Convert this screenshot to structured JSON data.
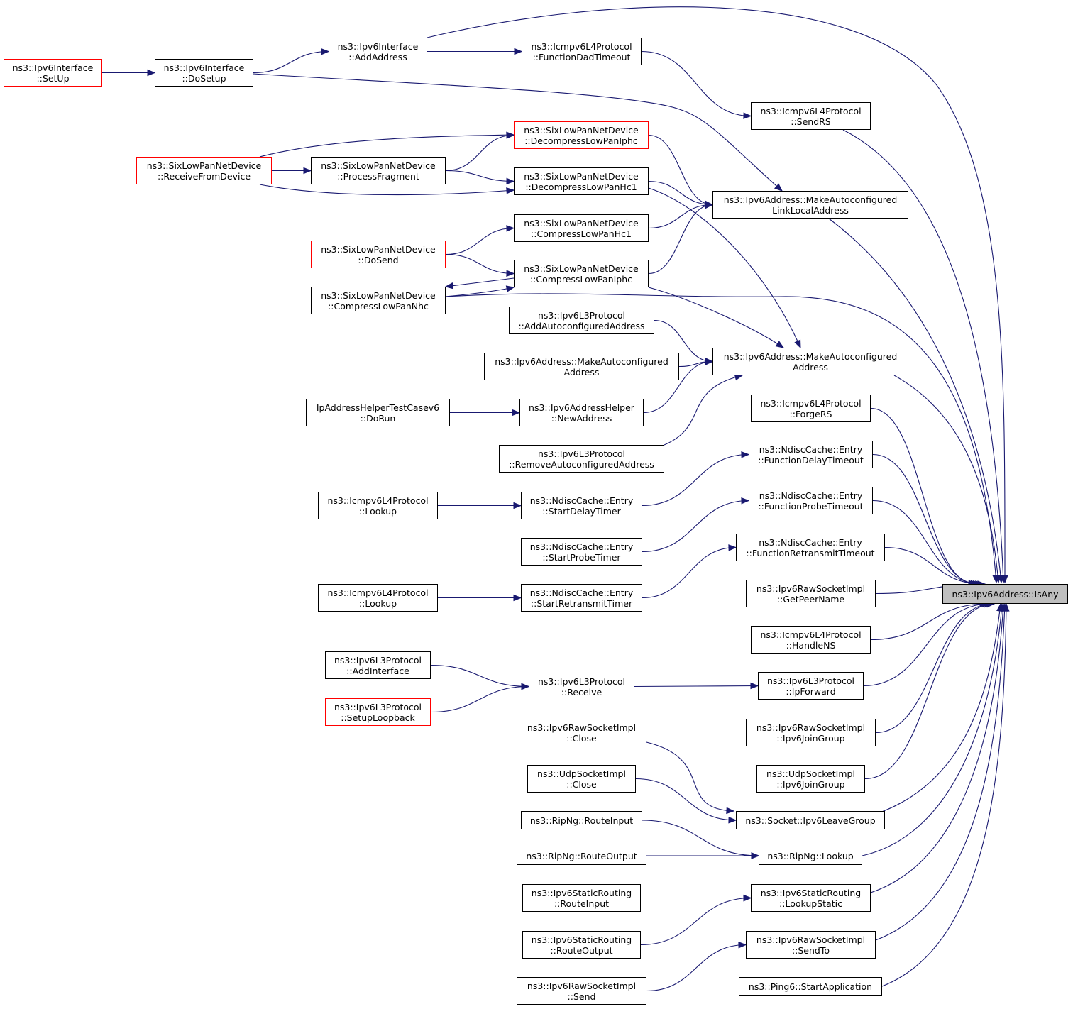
{
  "colors": {
    "edge": "#191970",
    "truncated_border": "#ff0000",
    "focus_fill": "#bfbfbf"
  },
  "nodes": {
    "isany": {
      "lines": [
        "ns3::Ipv6Address::IsAny"
      ],
      "focus": true
    },
    "ipv6if_setup": {
      "lines": [
        "ns3::Ipv6Interface",
        "::SetUp"
      ],
      "truncated": true
    },
    "ipv6if_dosetup": {
      "lines": [
        "ns3::Ipv6Interface",
        "::DoSetup"
      ]
    },
    "ipv6if_addaddr": {
      "lines": [
        "ns3::Ipv6Interface",
        "::AddAddress"
      ]
    },
    "icmp_dad": {
      "lines": [
        "ns3::Icmpv6L4Protocol",
        "::FunctionDadTimeout"
      ]
    },
    "icmp_sendrs": {
      "lines": [
        "ns3::Icmpv6L4Protocol",
        "::SendRS"
      ]
    },
    "sixlow_recv": {
      "lines": [
        "ns3::SixLowPanNetDevice",
        "::ReceiveFromDevice"
      ],
      "truncated": true
    },
    "sixlow_procfrag": {
      "lines": [
        "ns3::SixLowPanNetDevice",
        "::ProcessFragment"
      ]
    },
    "sixlow_deciphc": {
      "lines": [
        "ns3::SixLowPanNetDevice",
        "::DecompressLowPanIphc"
      ],
      "truncated": true
    },
    "sixlow_dechc1": {
      "lines": [
        "ns3::SixLowPanNetDevice",
        "::DecompressLowPanHc1"
      ]
    },
    "mk_linklocal": {
      "lines": [
        "ns3::Ipv6Address::MakeAutoconfigured",
        "LinkLocalAddress"
      ]
    },
    "sixlow_comphc1": {
      "lines": [
        "ns3::SixLowPanNetDevice",
        "::CompressLowPanHc1"
      ]
    },
    "sixlow_dosend": {
      "lines": [
        "ns3::SixLowPanNetDevice",
        "::DoSend"
      ],
      "truncated": true
    },
    "sixlow_compiphc": {
      "lines": [
        "ns3::SixLowPanNetDevice",
        "::CompressLowPanIphc"
      ]
    },
    "sixlow_compnhc": {
      "lines": [
        "ns3::SixLowPanNetDevice",
        "::CompressLowPanNhc"
      ]
    },
    "l3_addauto": {
      "lines": [
        "ns3::Ipv6L3Protocol",
        "::AddAutoconfiguredAddress"
      ]
    },
    "mk_address": {
      "lines": [
        "ns3::Ipv6Address::MakeAutoconfigured",
        "Address"
      ]
    },
    "mk_address_ovl": {
      "lines": [
        "ns3::Ipv6Address::MakeAutoconfigured",
        "Address"
      ]
    },
    "iphelper_test": {
      "lines": [
        "IpAddressHelperTestCasev6",
        "::DoRun"
      ]
    },
    "iphelper_new": {
      "lines": [
        "ns3::Ipv6AddressHelper",
        "::NewAddress"
      ]
    },
    "l3_removeauto": {
      "lines": [
        "ns3::Ipv6L3Protocol",
        "::RemoveAutoconfiguredAddress"
      ]
    },
    "icmp_forgers": {
      "lines": [
        "ns3::Icmpv6L4Protocol",
        "::ForgeRS"
      ]
    },
    "nd_delayto": {
      "lines": [
        "ns3::NdiscCache::Entry",
        "::FunctionDelayTimeout"
      ]
    },
    "icmp_lookup1": {
      "lines": [
        "ns3::Icmpv6L4Protocol",
        "::Lookup"
      ]
    },
    "nd_startdelay": {
      "lines": [
        "ns3::NdiscCache::Entry",
        "::StartDelayTimer"
      ]
    },
    "nd_probeto": {
      "lines": [
        "ns3::NdiscCache::Entry",
        "::FunctionProbeTimeout"
      ]
    },
    "nd_startprobe": {
      "lines": [
        "ns3::NdiscCache::Entry",
        "::StartProbeTimer"
      ]
    },
    "nd_retransto": {
      "lines": [
        "ns3::NdiscCache::Entry",
        "::FunctionRetransmitTimeout"
      ]
    },
    "icmp_lookup2": {
      "lines": [
        "ns3::Icmpv6L4Protocol",
        "::Lookup"
      ]
    },
    "nd_startretrans": {
      "lines": [
        "ns3::NdiscCache::Entry",
        "::StartRetransmitTimer"
      ]
    },
    "raw_getpeer": {
      "lines": [
        "ns3::Ipv6RawSocketImpl",
        "::GetPeerName"
      ]
    },
    "icmp_handlens": {
      "lines": [
        "ns3::Icmpv6L4Protocol",
        "::HandleNS"
      ]
    },
    "l3_addif": {
      "lines": [
        "ns3::Ipv6L3Protocol",
        "::AddInterface"
      ]
    },
    "l3_receive": {
      "lines": [
        "ns3::Ipv6L3Protocol",
        "::Receive"
      ]
    },
    "l3_ipforward": {
      "lines": [
        "ns3::Ipv6L3Protocol",
        "::IpForward"
      ]
    },
    "l3_setuploop": {
      "lines": [
        "ns3::Ipv6L3Protocol",
        "::SetupLoopback"
      ],
      "truncated": true
    },
    "raw_close": {
      "lines": [
        "ns3::Ipv6RawSocketImpl",
        "::Close"
      ]
    },
    "raw_join": {
      "lines": [
        "ns3::Ipv6RawSocketImpl",
        "::Ipv6JoinGroup"
      ]
    },
    "udp_close": {
      "lines": [
        "ns3::UdpSocketImpl",
        "::Close"
      ]
    },
    "udp_join": {
      "lines": [
        "ns3::UdpSocketImpl",
        "::Ipv6JoinGroup"
      ]
    },
    "sock_leave": {
      "lines": [
        "ns3::Socket::Ipv6LeaveGroup"
      ]
    },
    "rip_routein": {
      "lines": [
        "ns3::RipNg::RouteInput"
      ]
    },
    "rip_routeout": {
      "lines": [
        "ns3::RipNg::RouteOutput"
      ]
    },
    "rip_lookup": {
      "lines": [
        "ns3::RipNg::Lookup"
      ]
    },
    "static_routein": {
      "lines": [
        "ns3::Ipv6StaticRouting",
        "::RouteInput"
      ]
    },
    "static_lookup": {
      "lines": [
        "ns3::Ipv6StaticRouting",
        "::LookupStatic"
      ]
    },
    "static_routeout": {
      "lines": [
        "ns3::Ipv6StaticRouting",
        "::RouteOutput"
      ]
    },
    "raw_sendto": {
      "lines": [
        "ns3::Ipv6RawSocketImpl",
        "::SendTo"
      ]
    },
    "raw_send": {
      "lines": [
        "ns3::Ipv6RawSocketImpl",
        "::Send"
      ]
    },
    "ping6_start": {
      "lines": [
        "ns3::Ping6::StartApplication"
      ]
    }
  },
  "edges": [
    [
      "ipv6if_setup",
      "ipv6if_dosetup"
    ],
    [
      "ipv6if_dosetup",
      "ipv6if_addaddr"
    ],
    [
      "ipv6if_dosetup",
      "mk_linklocal"
    ],
    [
      "ipv6if_addaddr",
      "icmp_dad"
    ],
    [
      "ipv6if_addaddr",
      "isany"
    ],
    [
      "icmp_dad",
      "icmp_sendrs"
    ],
    [
      "icmp_sendrs",
      "isany"
    ],
    [
      "sixlow_recv",
      "sixlow_procfrag"
    ],
    [
      "sixlow_recv",
      "sixlow_deciphc"
    ],
    [
      "sixlow_recv",
      "sixlow_dechc1"
    ],
    [
      "sixlow_procfrag",
      "sixlow_deciphc"
    ],
    [
      "sixlow_procfrag",
      "sixlow_dechc1"
    ],
    [
      "sixlow_deciphc",
      "mk_linklocal"
    ],
    [
      "sixlow_dechc1",
      "mk_linklocal"
    ],
    [
      "sixlow_dechc1",
      "mk_address"
    ],
    [
      "mk_linklocal",
      "isany"
    ],
    [
      "sixlow_comphc1",
      "mk_linklocal"
    ],
    [
      "sixlow_compiphc",
      "mk_linklocal"
    ],
    [
      "sixlow_compiphc",
      "mk_address"
    ],
    [
      "sixlow_compiphc",
      "sixlow_compnhc"
    ],
    [
      "sixlow_compnhc",
      "sixlow_compiphc"
    ],
    [
      "sixlow_compnhc",
      "isany"
    ],
    [
      "sixlow_dosend",
      "sixlow_comphc1"
    ],
    [
      "sixlow_dosend",
      "sixlow_compiphc"
    ],
    [
      "l3_addauto",
      "mk_address"
    ],
    [
      "mk_address_ovl",
      "mk_address"
    ],
    [
      "iphelper_new",
      "mk_address"
    ],
    [
      "l3_removeauto",
      "mk_address"
    ],
    [
      "iphelper_test",
      "iphelper_new"
    ],
    [
      "mk_address",
      "isany"
    ],
    [
      "icmp_forgers",
      "isany"
    ],
    [
      "nd_delayto",
      "isany"
    ],
    [
      "nd_startdelay",
      "nd_delayto"
    ],
    [
      "icmp_lookup1",
      "nd_startdelay"
    ],
    [
      "nd_probeto",
      "isany"
    ],
    [
      "nd_startprobe",
      "nd_probeto"
    ],
    [
      "nd_retransto",
      "isany"
    ],
    [
      "nd_startretrans",
      "nd_retransto"
    ],
    [
      "icmp_lookup2",
      "nd_startretrans"
    ],
    [
      "raw_getpeer",
      "isany"
    ],
    [
      "icmp_handlens",
      "isany"
    ],
    [
      "l3_addif",
      "l3_receive"
    ],
    [
      "l3_setuploop",
      "l3_receive"
    ],
    [
      "l3_receive",
      "l3_ipforward"
    ],
    [
      "l3_ipforward",
      "isany"
    ],
    [
      "raw_join",
      "isany"
    ],
    [
      "udp_join",
      "isany"
    ],
    [
      "raw_close",
      "sock_leave"
    ],
    [
      "udp_close",
      "sock_leave"
    ],
    [
      "sock_leave",
      "isany"
    ],
    [
      "rip_routein",
      "rip_lookup"
    ],
    [
      "rip_routeout",
      "rip_lookup"
    ],
    [
      "rip_lookup",
      "isany"
    ],
    [
      "static_routein",
      "static_lookup"
    ],
    [
      "static_routeout",
      "static_lookup"
    ],
    [
      "static_lookup",
      "isany"
    ],
    [
      "raw_send",
      "raw_sendto"
    ],
    [
      "raw_sendto",
      "isany"
    ],
    [
      "ping6_start",
      "isany"
    ]
  ]
}
